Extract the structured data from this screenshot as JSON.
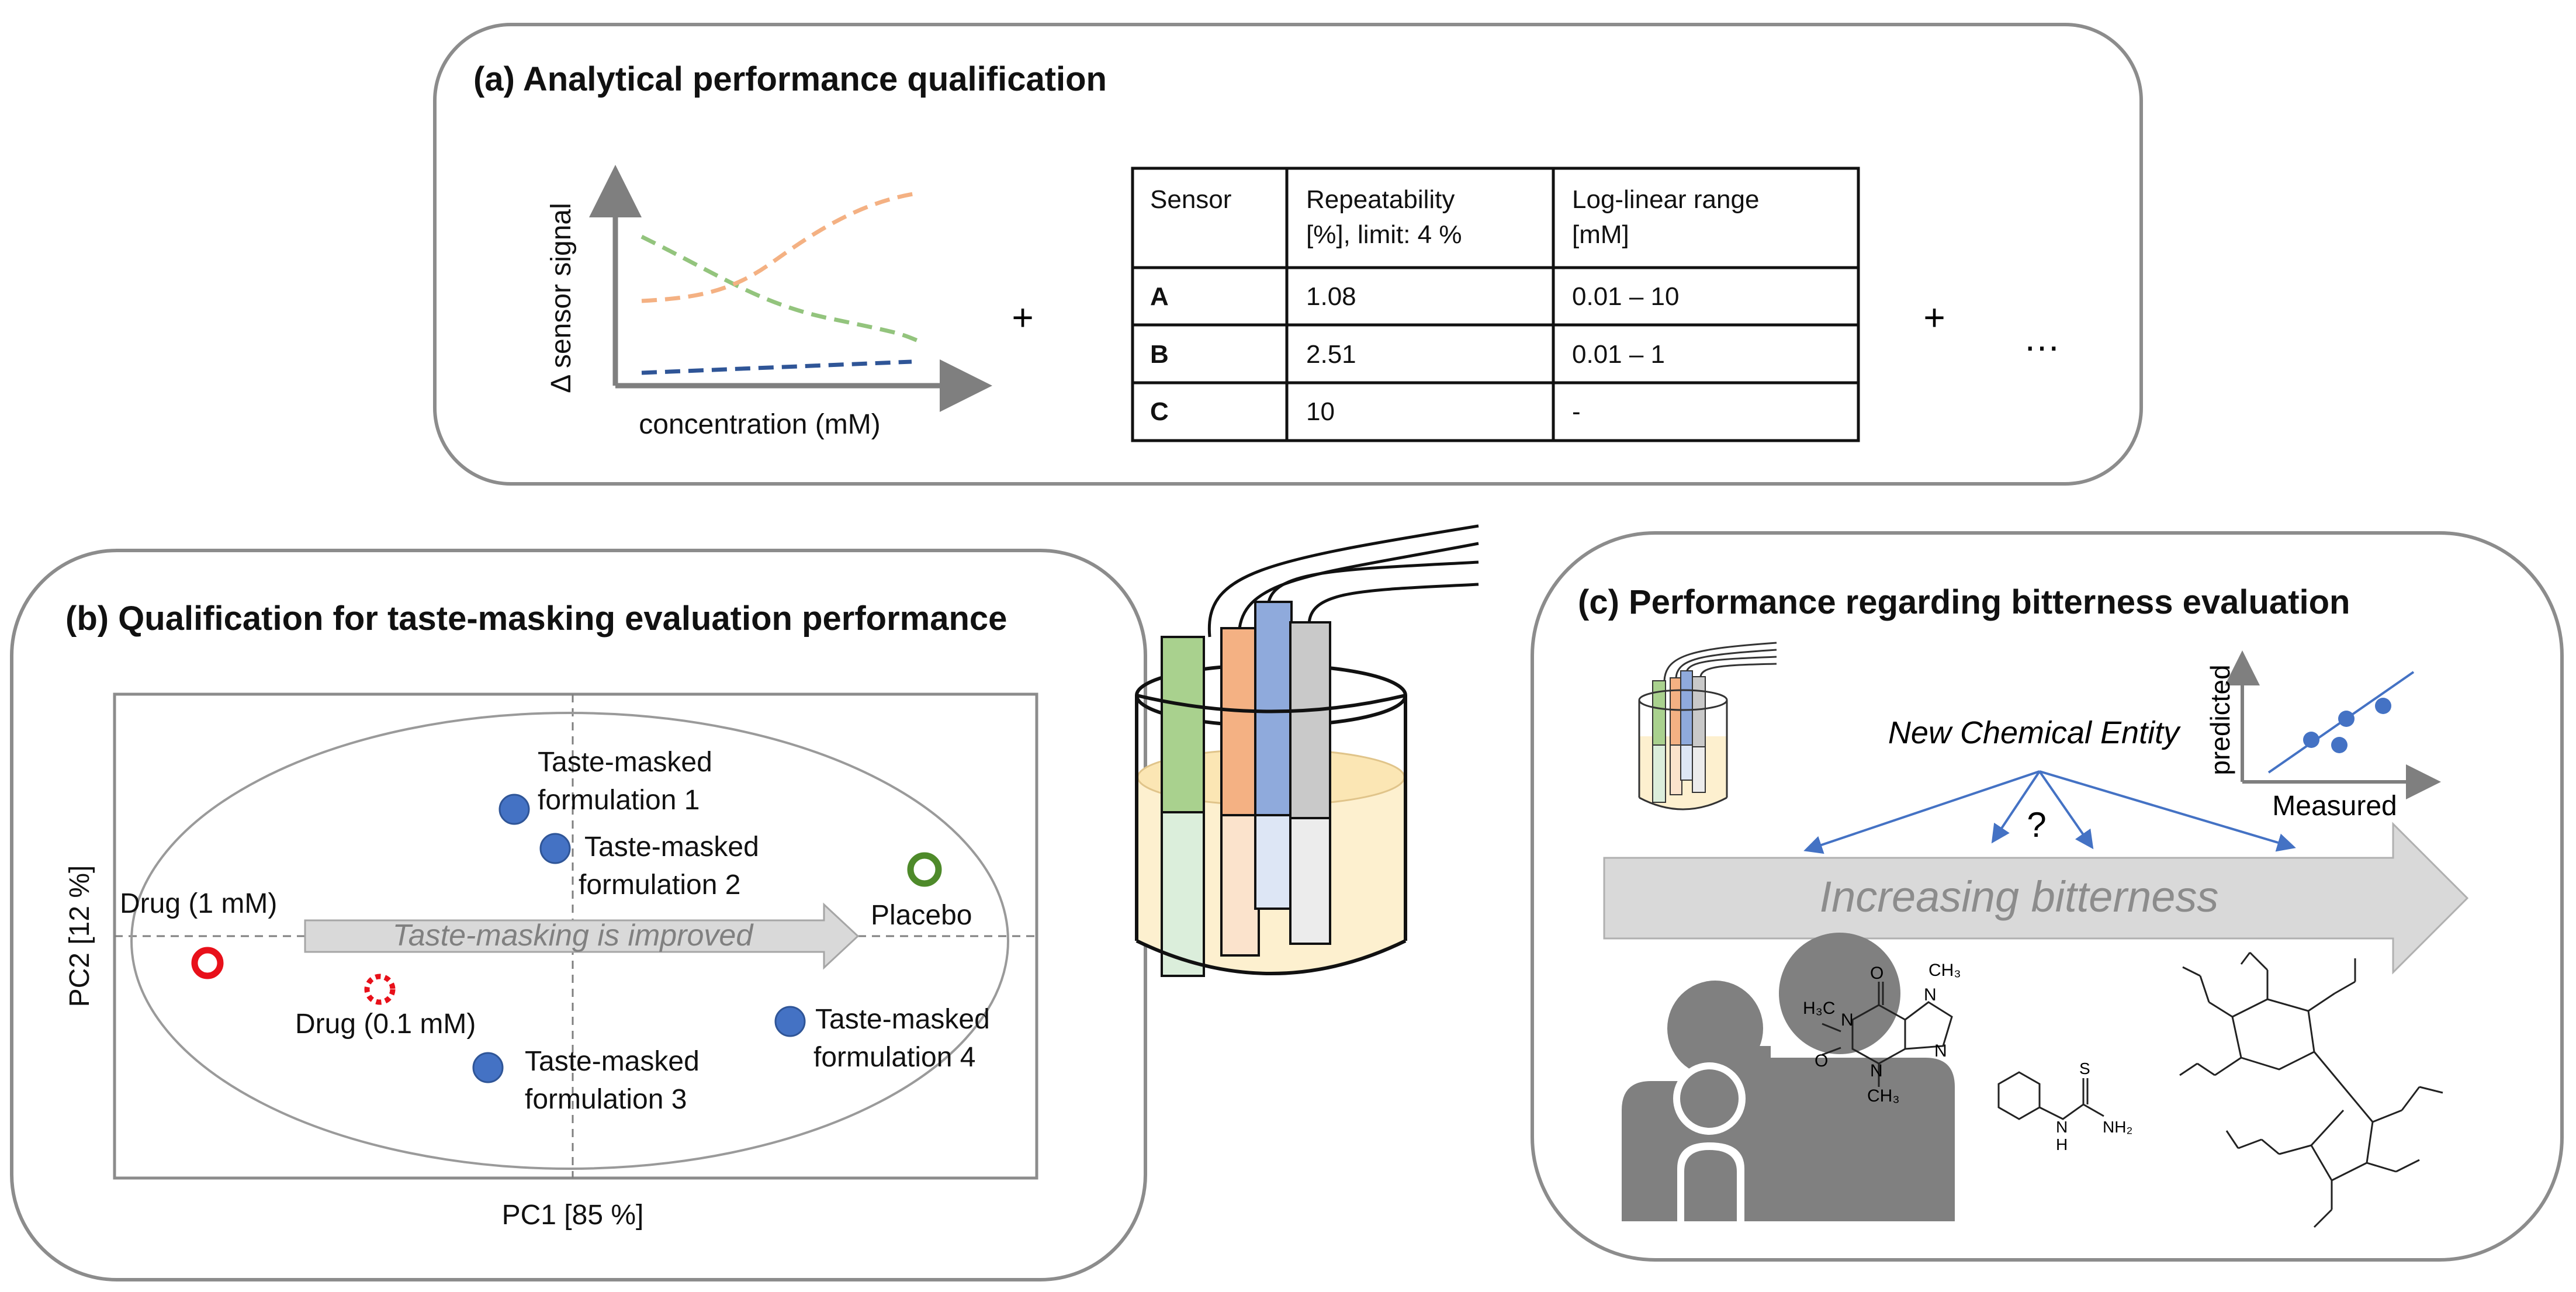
{
  "panel_a": {
    "title": "(a) Analytical performance qualification",
    "chart": {
      "ylabel": "Δ sensor signal",
      "xlabel": "concentration (mM)"
    },
    "table": {
      "headers": [
        {
          "line1": "Sensor",
          "line2": ""
        },
        {
          "line1": "Repeatability",
          "line2": "[%], limit: 4 %"
        },
        {
          "line1": "Log-linear range",
          "line2": "[mM]"
        }
      ],
      "rows": [
        {
          "sensor": "A",
          "color": "#93c47d",
          "repeatability": "1.08",
          "range": "0.01 – 10"
        },
        {
          "sensor": "B",
          "color": "#8eaadb",
          "repeatability": "2.51",
          "range": "0.01 – 1"
        },
        {
          "sensor": "C",
          "color": "#f4a261",
          "repeatability": "10",
          "range": "-"
        }
      ]
    },
    "plus": "+",
    "ellipsis": "…"
  },
  "panel_b": {
    "title": "(b) Qualification for taste-masking evaluation performance",
    "xlabel": "PC1 [85 %]",
    "ylabel": "PC2 [12 %]",
    "arrow_text": "Taste-masking is improved",
    "points": {
      "drug1": "Drug (1 mM)",
      "drug01": "Drug (0.1 mM)",
      "placebo": "Placebo",
      "f1_l1": "Taste-masked",
      "f1_l2": "formulation 1",
      "f2_l1": "Taste-masked",
      "f2_l2": "formulation 2",
      "f3_l1": "Taste-masked",
      "f3_l2": "formulation 3",
      "f4_l1": "Taste-masked",
      "f4_l2": "formulation 4"
    },
    "colors": {
      "drug": "#e8101a",
      "placebo": "#4e8a2a",
      "formulation": "#4472c4"
    }
  },
  "panel_c": {
    "title": "(c) Performance regarding bitterness evaluation",
    "nce": "New Chemical Entity",
    "question": "?",
    "arrow_text": "Increasing bitterness",
    "scatter": {
      "ylabel": "predicted",
      "xlabel": "Measured"
    },
    "chem": {
      "h3c1": "H₃C",
      "n1": "N",
      "o1": "O",
      "o2": "O",
      "n2": "N",
      "n3": "N",
      "n4": "N",
      "ch3a": "CH₃",
      "ch3b": "CH₃",
      "s": "S",
      "nh2": "NH₂",
      "n5": "N",
      "h": "H"
    }
  }
}
